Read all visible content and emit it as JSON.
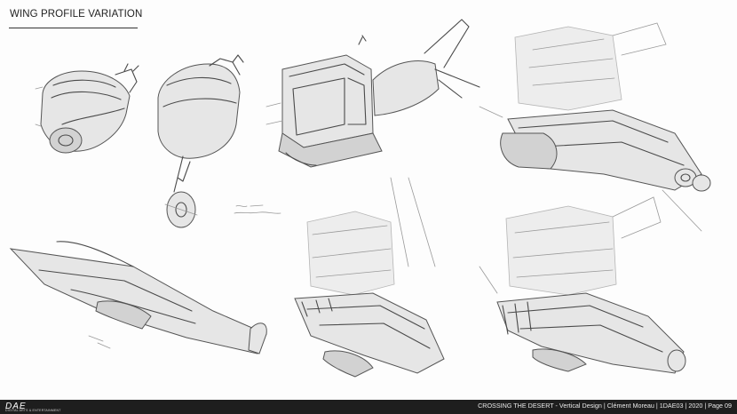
{
  "header": {
    "title": "WING PROFILE VARIATION"
  },
  "footer": {
    "logo_text": "DAE",
    "logo_subtext": "DIGITAL ARTS & ENTERTAINMENT",
    "caption": "CROSSING THE DESERT - Vertical Design | Clément Moreau | 1DAE03 | 2020 | Page 09"
  },
  "colors": {
    "footer_background": "#1e1e1e",
    "paper": "#fdfdfd",
    "pencil": "#4a4a4a"
  }
}
